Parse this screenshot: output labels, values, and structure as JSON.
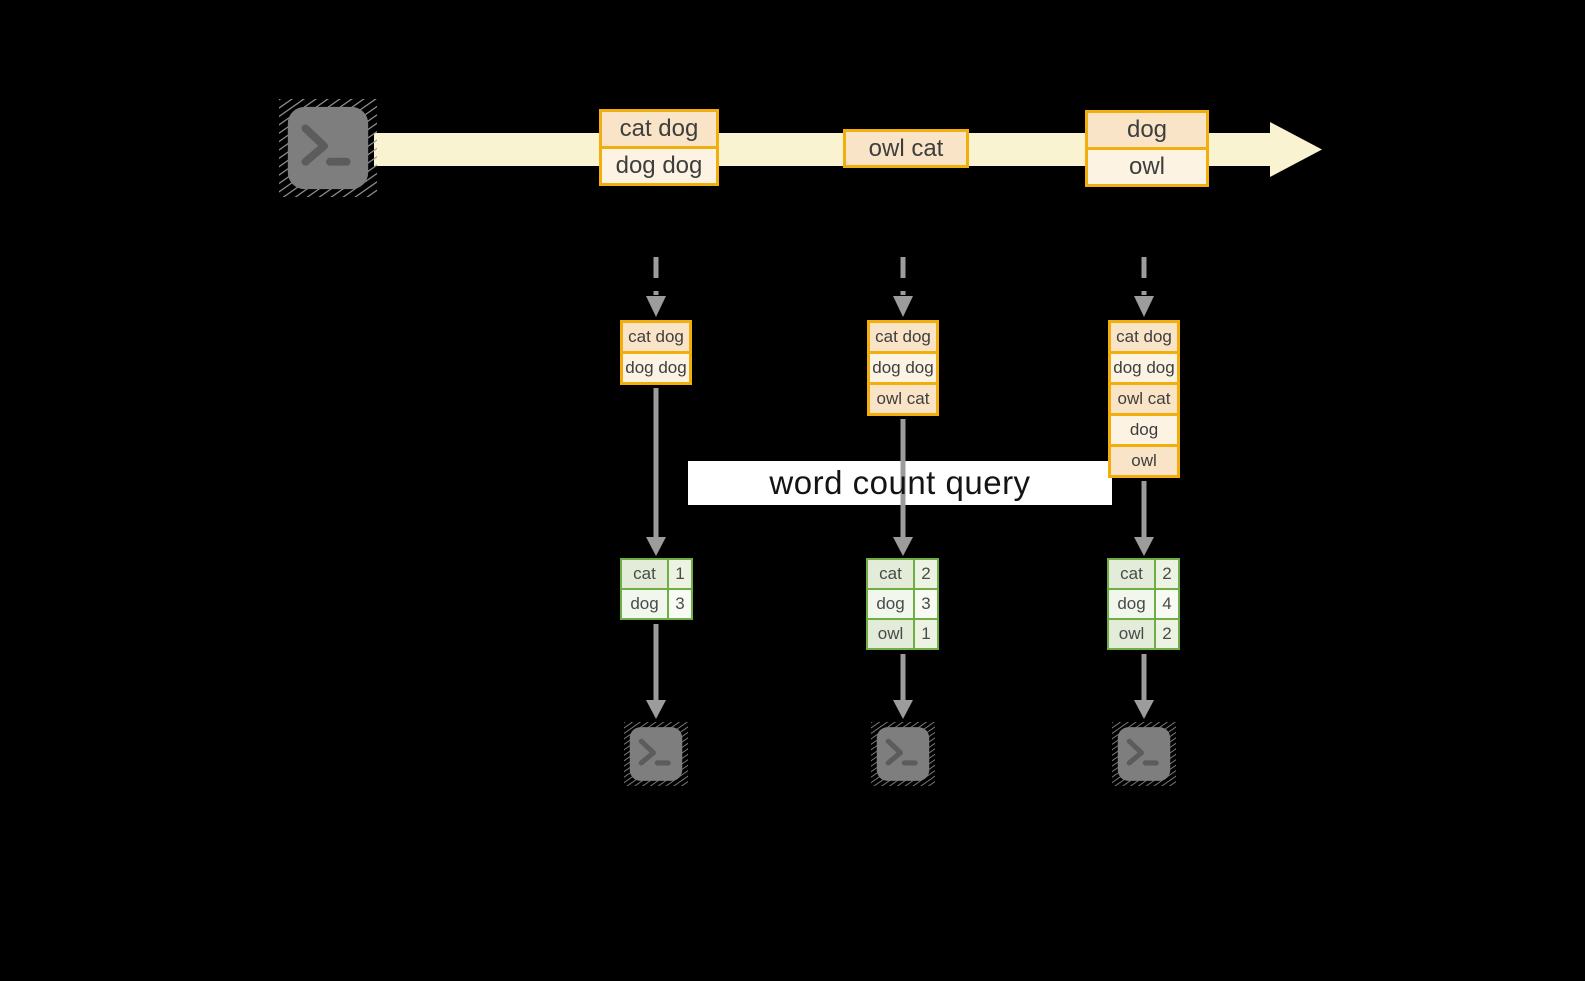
{
  "diagram": {
    "title_hidden": "",
    "query_label": "word count query",
    "source": {
      "icon": "terminal"
    },
    "timeline": {
      "batches": [
        {
          "items": [
            "cat dog",
            "dog dog"
          ]
        },
        {
          "items": [
            "owl cat"
          ]
        },
        {
          "items": [
            "dog",
            "owl"
          ]
        }
      ]
    },
    "columns": [
      {
        "input_records": [
          "cat dog",
          "dog dog"
        ],
        "word_counts": [
          [
            "cat",
            "1"
          ],
          [
            "dog",
            "3"
          ]
        ]
      },
      {
        "input_records": [
          "cat dog",
          "dog dog",
          "owl cat"
        ],
        "word_counts": [
          [
            "cat",
            "2"
          ],
          [
            "dog",
            "3"
          ],
          [
            "owl",
            "1"
          ]
        ]
      },
      {
        "input_records": [
          "cat dog",
          "dog dog",
          "owl cat",
          "dog",
          "owl"
        ],
        "word_counts": [
          [
            "cat",
            "2"
          ],
          [
            "dog",
            "4"
          ],
          [
            "owl",
            "2"
          ]
        ]
      }
    ],
    "colors": {
      "background": "#000000",
      "stream_band": "#FAF3D2",
      "batch_border": "#F2AE0D",
      "batch_cell_dark": "#FAE4C7",
      "batch_cell_light": "#FCF3E3",
      "table_border": "#6FAE44",
      "table_cell_dark": "#E3ECD9",
      "table_cell_light": "#F2F7ED",
      "arrow_gray": "#9C9C9C",
      "terminal_gray": "#7E7E7E"
    }
  }
}
